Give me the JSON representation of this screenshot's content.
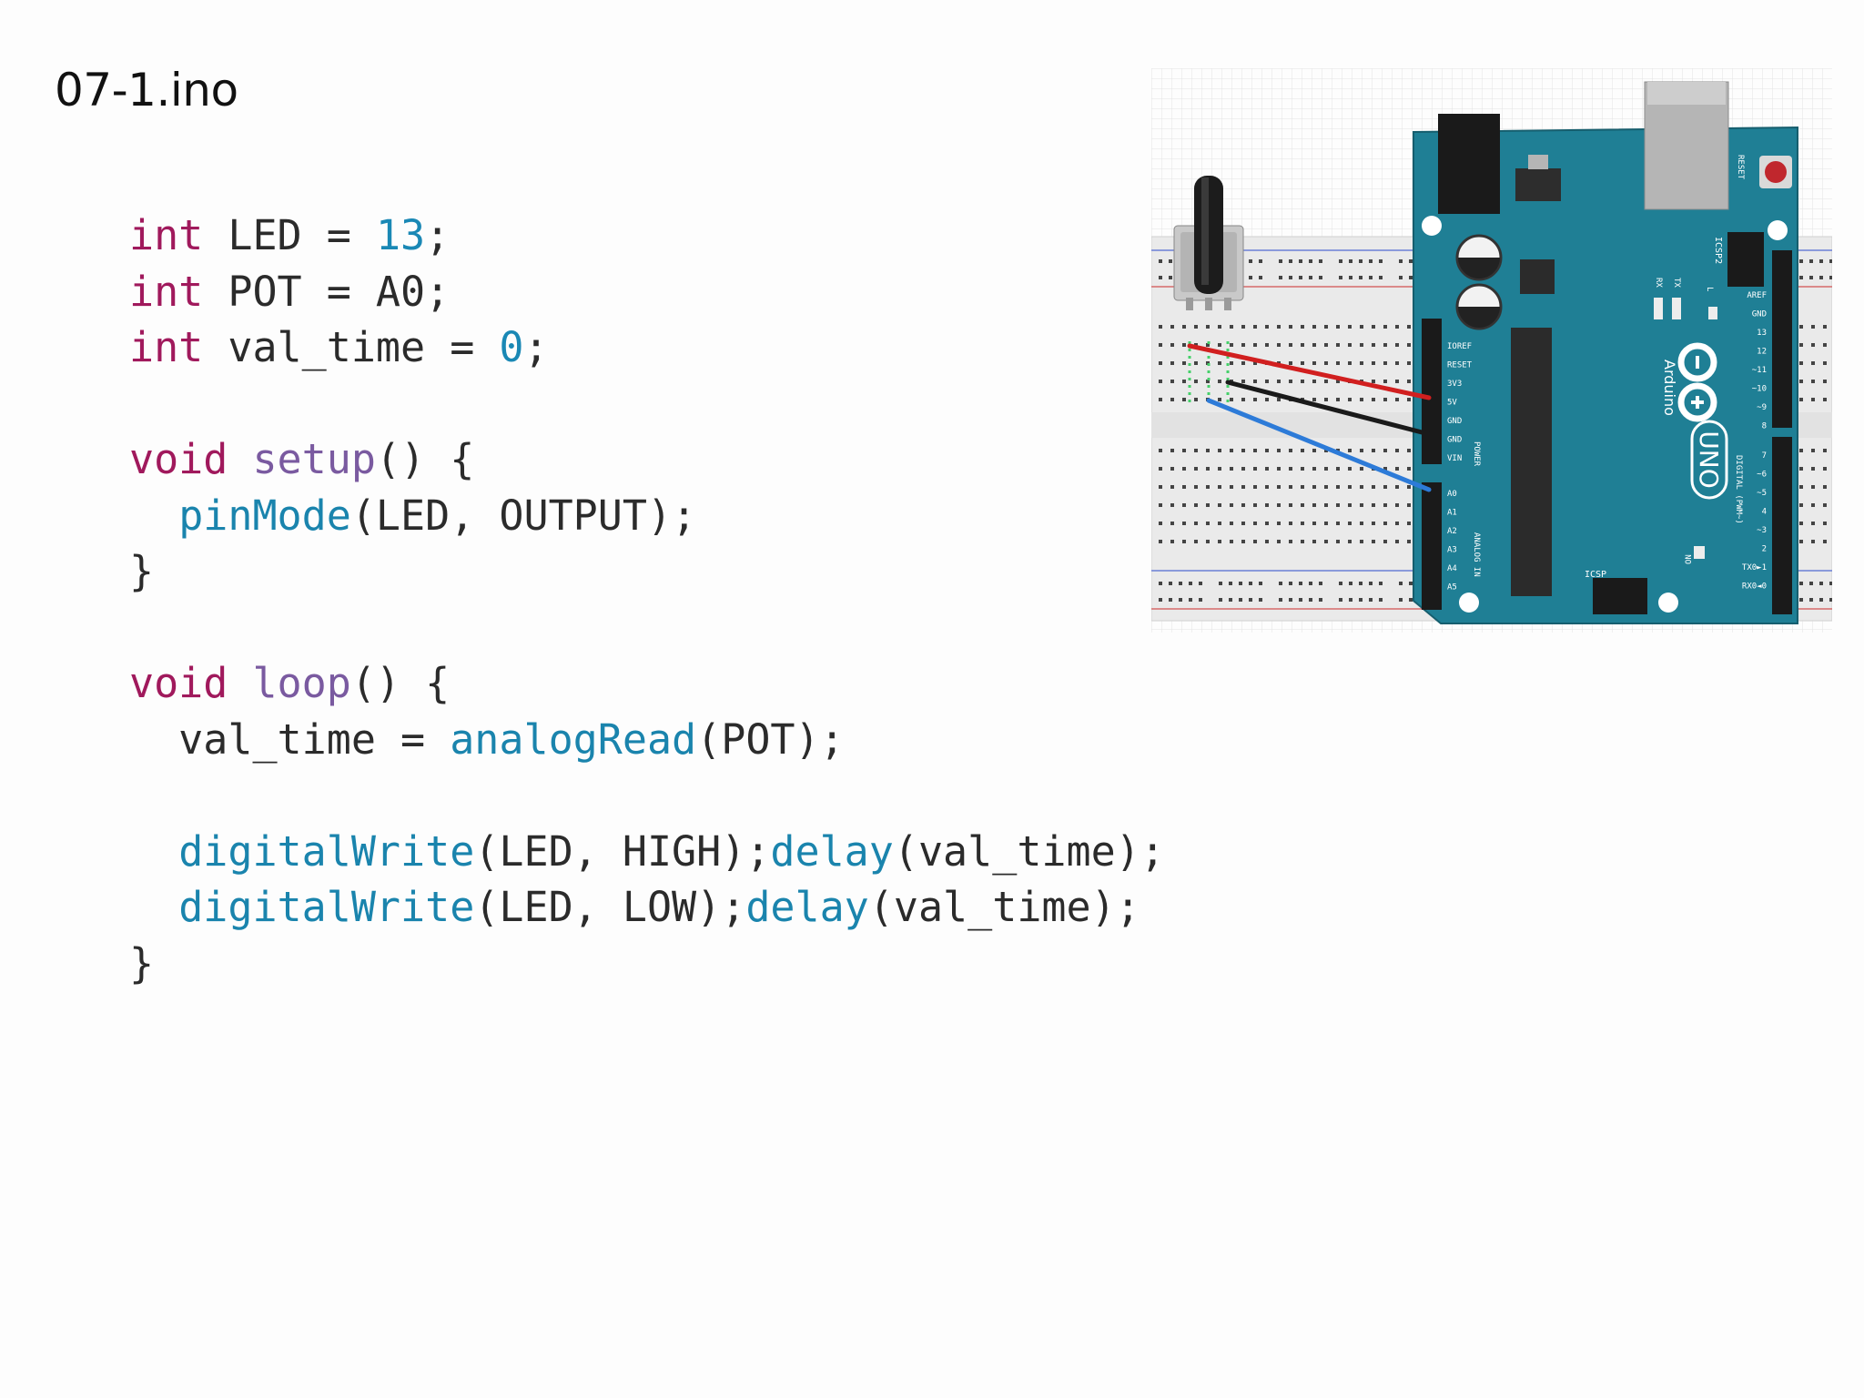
{
  "title": "07-1.ino",
  "code": {
    "lines": [
      [
        {
          "t": "int",
          "c": "kw"
        },
        {
          "t": " LED = ",
          "c": "pl"
        },
        {
          "t": "13",
          "c": "num"
        },
        {
          "t": ";",
          "c": "pl"
        }
      ],
      [
        {
          "t": "int",
          "c": "kw"
        },
        {
          "t": " POT = A0;",
          "c": "pl"
        }
      ],
      [
        {
          "t": "int",
          "c": "kw"
        },
        {
          "t": " val_time = ",
          "c": "pl"
        },
        {
          "t": "0",
          "c": "num"
        },
        {
          "t": ";",
          "c": "pl"
        }
      ],
      [],
      [
        {
          "t": "void",
          "c": "kw"
        },
        {
          "t": " ",
          "c": "pl"
        },
        {
          "t": "setup",
          "c": "fnu"
        },
        {
          "t": "() {",
          "c": "pl"
        }
      ],
      [
        {
          "t": "  ",
          "c": "pl"
        },
        {
          "t": "pinMode",
          "c": "fn"
        },
        {
          "t": "(LED, OUTPUT);",
          "c": "pl"
        }
      ],
      [
        {
          "t": "}",
          "c": "pl"
        }
      ],
      [],
      [
        {
          "t": "void",
          "c": "kw"
        },
        {
          "t": " ",
          "c": "pl"
        },
        {
          "t": "loop",
          "c": "fnu"
        },
        {
          "t": "() {",
          "c": "pl"
        }
      ],
      [
        {
          "t": "  val_time = ",
          "c": "pl"
        },
        {
          "t": "analogRead",
          "c": "fn"
        },
        {
          "t": "(POT);",
          "c": "pl"
        }
      ],
      [],
      [
        {
          "t": "  ",
          "c": "pl"
        },
        {
          "t": "digitalWrite",
          "c": "fn"
        },
        {
          "t": "(LED, HIGH);",
          "c": "pl"
        },
        {
          "t": "delay",
          "c": "fn"
        },
        {
          "t": "(val_time);",
          "c": "pl"
        }
      ],
      [
        {
          "t": "  ",
          "c": "pl"
        },
        {
          "t": "digitalWrite",
          "c": "fn"
        },
        {
          "t": "(LED, LOW);",
          "c": "pl"
        },
        {
          "t": "delay",
          "c": "fn"
        },
        {
          "t": "(val_time);",
          "c": "pl"
        }
      ],
      [
        {
          "t": "}",
          "c": "pl"
        }
      ]
    ]
  },
  "board": {
    "name": "Arduino",
    "model": "UNO",
    "reset_label": "RESET",
    "icsp2_label": "ICSP2",
    "icsp_label": "ICSP",
    "on_label": "ON",
    "l_label": "L",
    "tx_label": "TX",
    "rx_label": "RX",
    "power_pins": [
      "IOREF",
      "RESET",
      "3V3",
      "5V",
      "GND",
      "GND",
      "VIN"
    ],
    "power_section": "POWER",
    "analog_pins": [
      "A0",
      "A1",
      "A2",
      "A3",
      "A4",
      "A5"
    ],
    "analog_section": "ANALOG IN",
    "digital_pins_top": [
      "AREF",
      "GND",
      "13",
      "12",
      "~11",
      "~10",
      "~9",
      "8"
    ],
    "digital_pins_bottom": [
      "7",
      "~6",
      "~5",
      "4",
      "~3",
      "2",
      "TX0►1",
      "RX0◄0"
    ],
    "digital_section": "DIGITAL (PWM~)"
  },
  "colors": {
    "board": "#1f7f95",
    "wire_5v": "#d11f1f",
    "wire_gnd": "#1a1a1a",
    "wire_a0": "#2d7bd8"
  }
}
